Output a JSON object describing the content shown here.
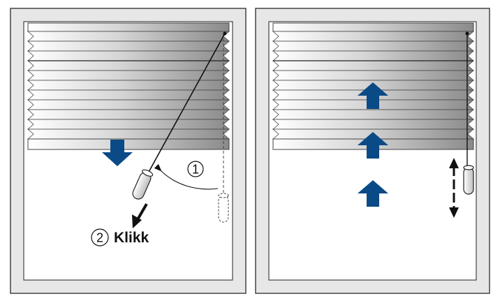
{
  "steps": {
    "one": {
      "number": "1"
    },
    "two": {
      "number": "2",
      "label": "Klikk"
    }
  },
  "colors": {
    "frame_fill": "#e7e7e7",
    "frame_stroke": "#444444",
    "window_fill": "#ffffff",
    "pleat_dark": "#8f8f8f",
    "pleat_light": "#ffffff",
    "arrow_blue": "#0a4a86",
    "line": "#111111"
  },
  "icons": {
    "lower": "down-arrow-icon",
    "raise": "up-arrow-icon",
    "pull": "pull-arrow-icon",
    "handle": "cord-handle-icon"
  }
}
